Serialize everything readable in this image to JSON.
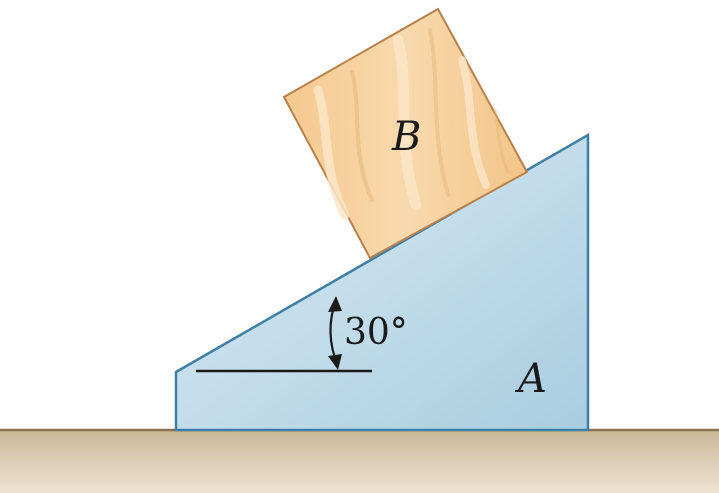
{
  "diagram": {
    "block_b": {
      "label": "B"
    },
    "wedge_a": {
      "label": "A"
    },
    "angle": {
      "label": "30°"
    },
    "colors": {
      "ground_fill": "#d9c9b0",
      "ground_line": "#8a7350",
      "wedge_fill": "#c9e1ee",
      "wedge_stroke": "#3f7fa6",
      "block_fill": "#f6cf9c",
      "block_stroke": "#b8804a",
      "ink": "#1a1a1a"
    }
  }
}
